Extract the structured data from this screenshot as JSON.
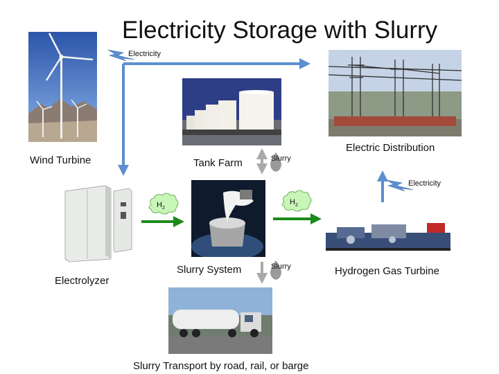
{
  "title": "Electricity Storage with Slurry",
  "nodes": {
    "wind_turbine": "Wind Turbine",
    "electric_distribution": "Electric Distribution",
    "tank_farm": "Tank Farm",
    "electrolyzer": "Electrolyzer",
    "slurry_system": "Slurry System",
    "hydrogen_gas_turbine": "Hydrogen Gas Turbine",
    "slurry_transport": "Slurry Transport by road, rail, or barge"
  },
  "labels": {
    "electricity_top": "Electricity",
    "electricity_right": "Electricity",
    "slurry_upper": "Slurry",
    "slurry_lower": "Slurry",
    "h2_main": "H",
    "h2_sub": "2"
  },
  "colors": {
    "electric_arrow": "#5b8fd0",
    "hydrogen_arrow": "#1a8a1a",
    "slurry_arrow": "#a9a9a9",
    "cloud_fill": "#c8f5b8"
  }
}
